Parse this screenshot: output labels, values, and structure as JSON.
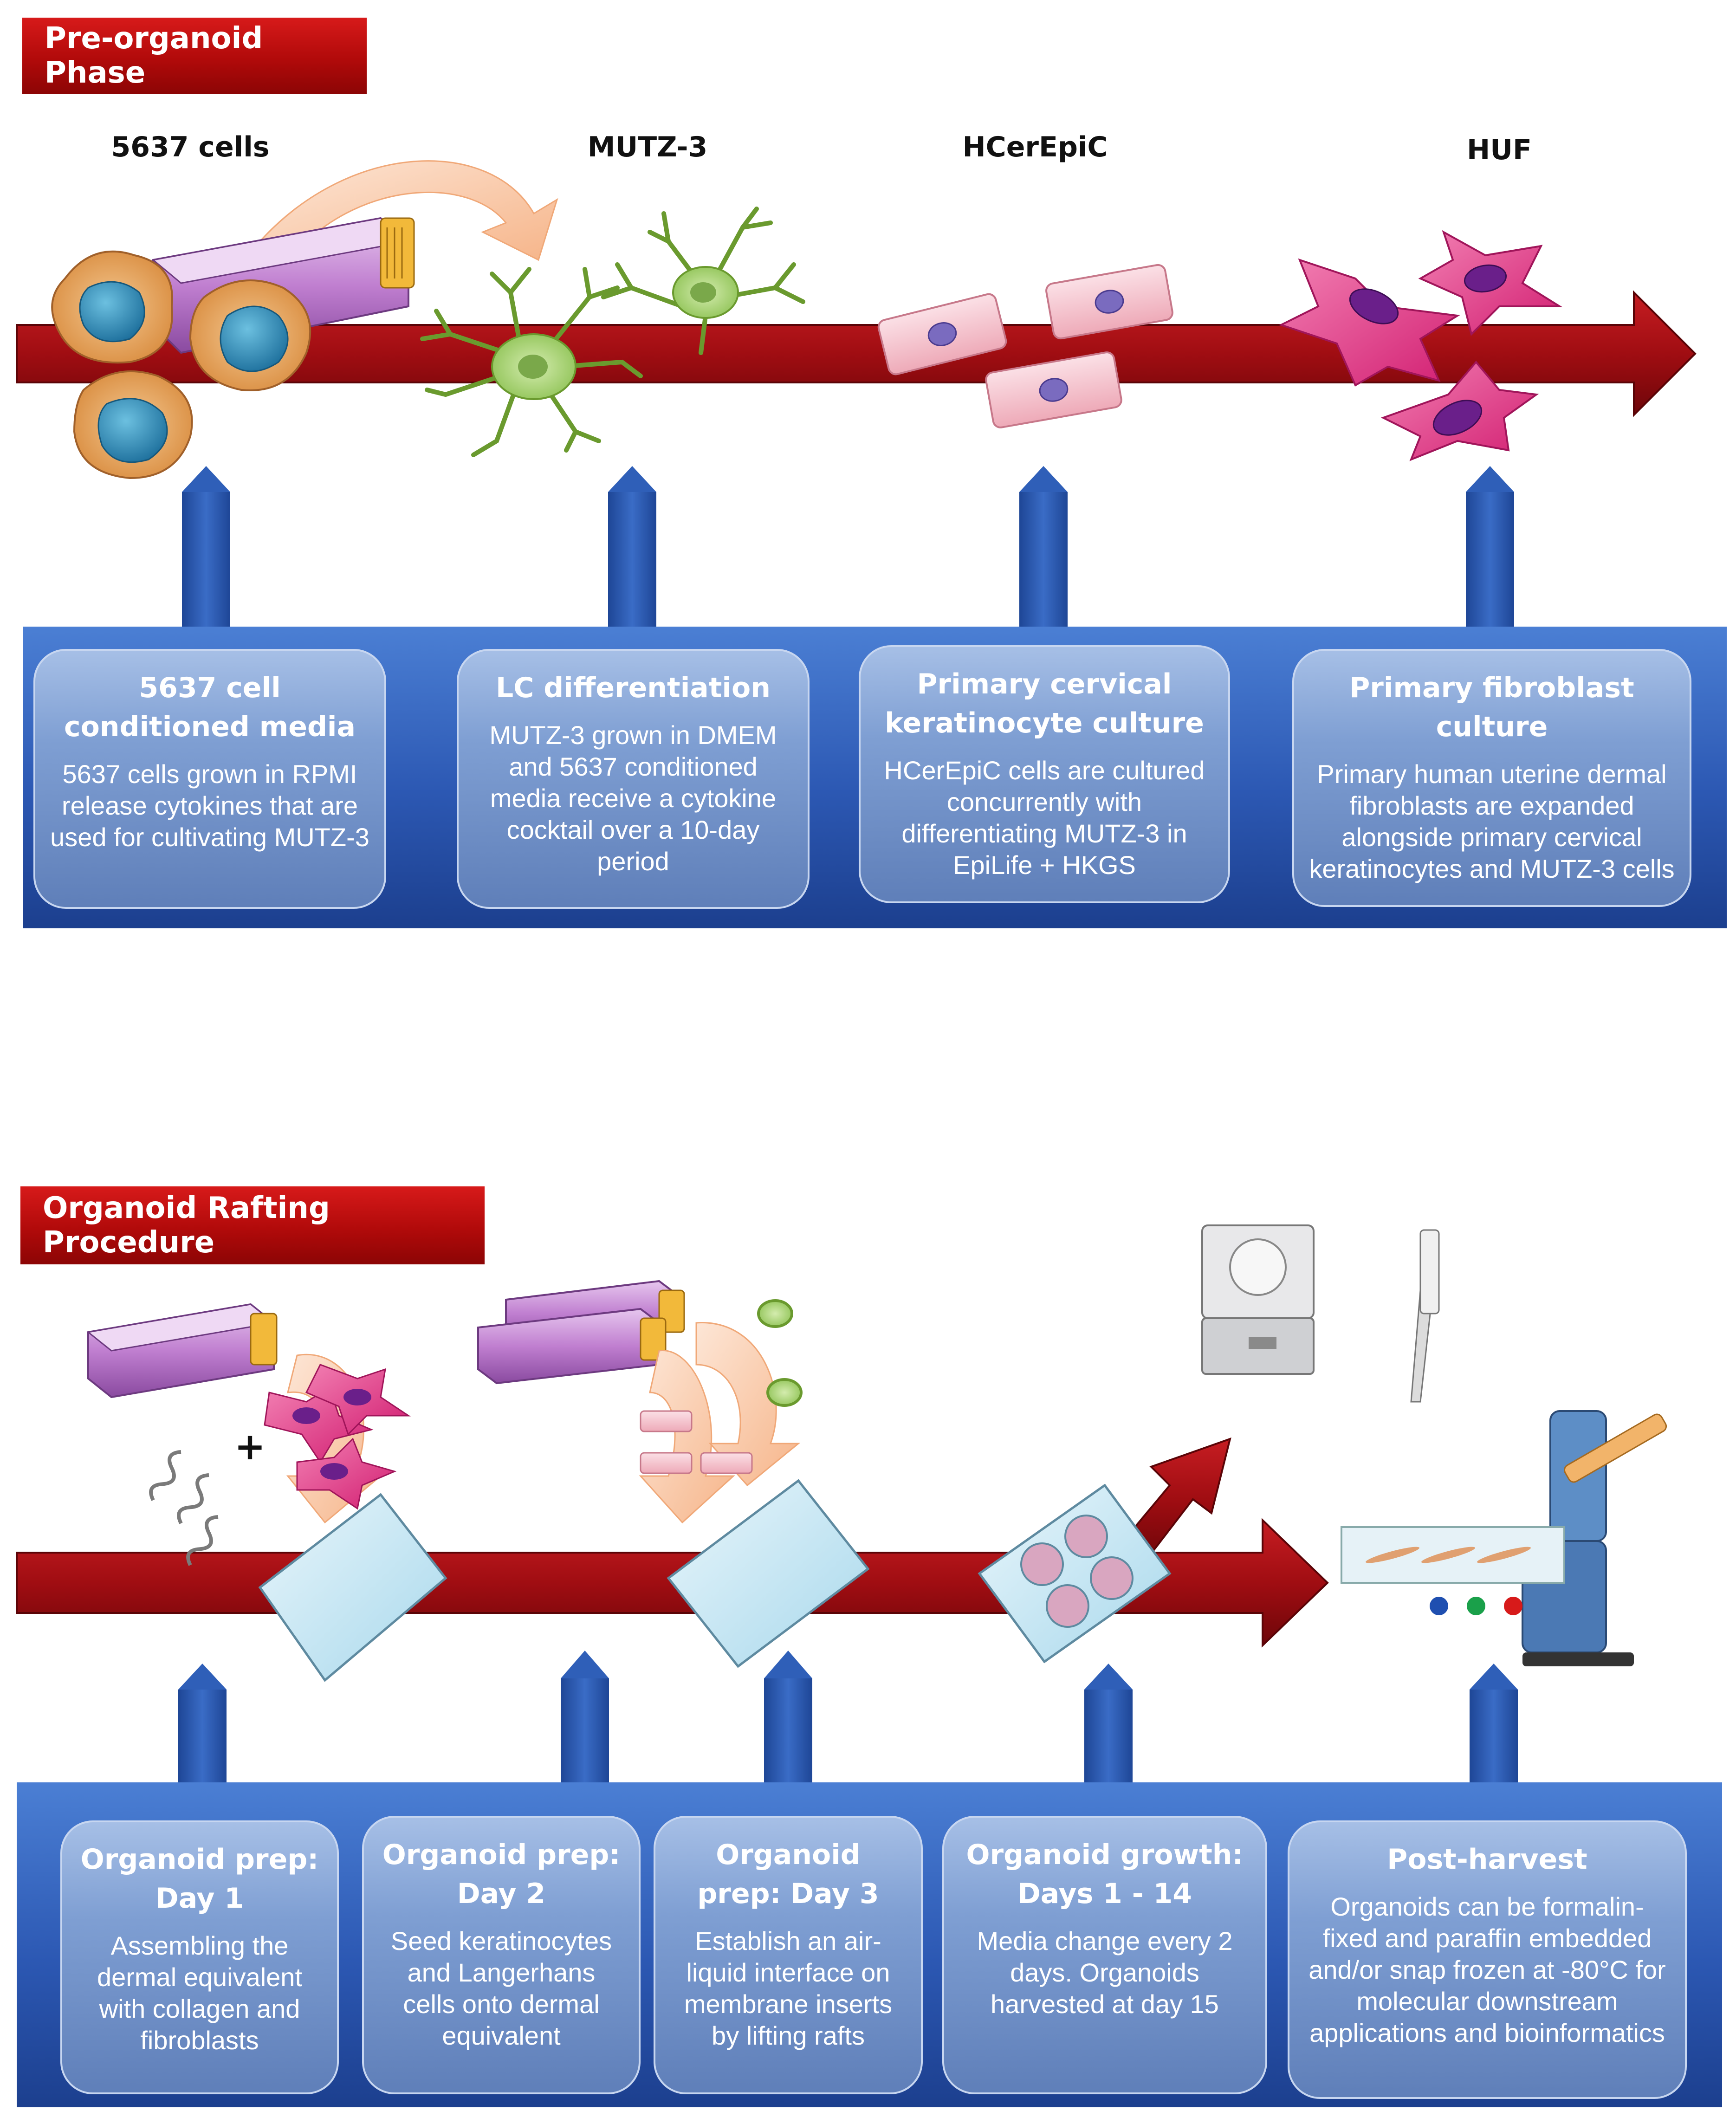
{
  "pre": {
    "tag": "Pre-organoid Phase",
    "labels": [
      "5637 cells",
      "MUTZ-3",
      "HCerEpiC",
      "HUF"
    ],
    "cards": [
      {
        "title": "5637 cell conditioned media",
        "body": "5637 cells grown in RPMI release cytokines that are used for cultivating MUTZ-3"
      },
      {
        "title": "LC differentiation",
        "body": "MUTZ-3 grown in DMEM and 5637 conditioned media receive a cytokine cocktail over a 10-day period"
      },
      {
        "title": "Primary cervical keratinocyte culture",
        "body": "HCerEpiC cells are cultured concurrently with differentiating MUTZ-3 in EpiLife + HKGS"
      },
      {
        "title": "Primary fibroblast culture",
        "body": "Primary human uterine dermal fibroblasts are expanded alongside primary cervical keratinocytes and MUTZ-3 cells"
      }
    ]
  },
  "raft": {
    "tag": "Organoid Rafting Procedure",
    "plus": "+",
    "cards": [
      {
        "title": "Organoid prep: Day 1",
        "body": "Assembling the dermal equivalent with collagen and fibroblasts"
      },
      {
        "title": "Organoid prep: Day 2",
        "body": "Seed keratinocytes and Langerhans cells onto dermal equivalent"
      },
      {
        "title": "Organoid prep: Day 3",
        "body": "Establish an air-liquid interface on membrane inserts by lifting rafts"
      },
      {
        "title": "Organoid growth: Days 1 - 14",
        "body": "Media change every 2 days. Organoids harvested at day 15"
      },
      {
        "title": "Post-harvest",
        "body": "Organoids can be formalin-fixed and paraffin embedded and/or snap frozen at -80°C for molecular downstream applications and bioinformatics"
      }
    ]
  },
  "colors": {
    "arrow_red": "#a00d12",
    "panel_blue": "#2c58b3",
    "pointer_blue": "#2f5fb8",
    "tag_red": "#c41212"
  }
}
